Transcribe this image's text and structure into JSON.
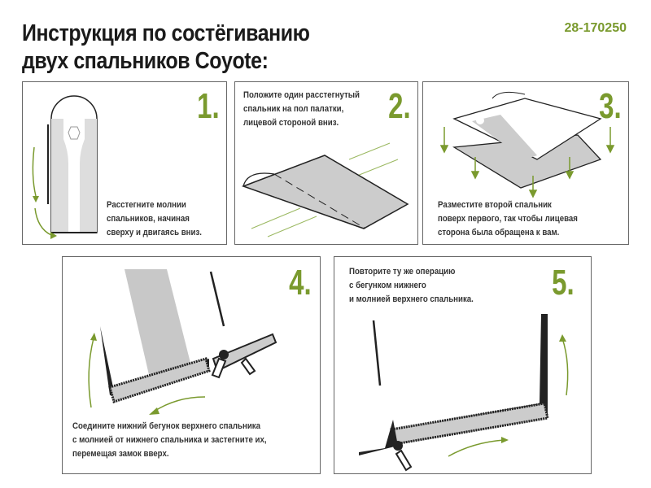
{
  "header": {
    "title_line1": "Инструкция по состёгиванию",
    "title_line2": "двух спальников Coyote:",
    "code": "28-170250"
  },
  "steps": [
    {
      "number": "1.",
      "text": [
        "Расстегните молнии",
        "спальников, начиная",
        "сверху и двигаясь вниз."
      ]
    },
    {
      "number": "2.",
      "text": [
        "Положите один расстегнутый",
        "спальник на пол палатки,",
        "лицевой стороной вниз."
      ]
    },
    {
      "number": "3.",
      "text": [
        "Разместите второй спальник",
        "поверх первого, так чтобы лицевая",
        "сторона была обращена к вам."
      ]
    },
    {
      "number": "4.",
      "text": [
        "Соедините нижний бегунок верхнего спальника",
        "с молнией от нижнего спальника и застегните их,",
        "перемещая замок вверх."
      ]
    },
    {
      "number": "5.",
      "text": [
        "Повторите ту же операцию",
        "с бегунком нижнего",
        "и молнией верхнего спальника."
      ]
    }
  ],
  "colors": {
    "accent": "#7a9a2e",
    "fill": "#c8c8c8"
  }
}
